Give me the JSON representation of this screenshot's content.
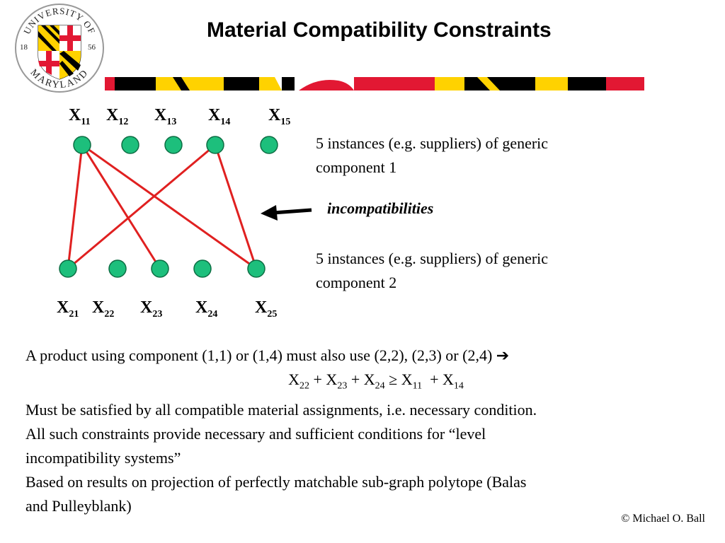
{
  "logo": {
    "arc_top": "UNIVERSITY OF",
    "arc_bottom": "MARYLAND",
    "year_left": "18",
    "year_right": "56"
  },
  "title": "Material Compatibility Constraints",
  "colors": {
    "node_fill": "#1dbf7c",
    "edge": "#e02020",
    "arrow": "#000000",
    "maryland_red": "#e21833",
    "maryland_gold": "#ffd200",
    "maryland_black": "#000000"
  },
  "graph": {
    "top_nodes": [
      {
        "id": "X",
        "sub": "11"
      },
      {
        "id": "X",
        "sub": "12"
      },
      {
        "id": "X",
        "sub": "13"
      },
      {
        "id": "X",
        "sub": "14"
      },
      {
        "id": "X",
        "sub": "15"
      }
    ],
    "bottom_nodes": [
      {
        "id": "X",
        "sub": "21"
      },
      {
        "id": "X",
        "sub": "22"
      },
      {
        "id": "X",
        "sub": "23"
      },
      {
        "id": "X",
        "sub": "24"
      },
      {
        "id": "X",
        "sub": "25"
      }
    ]
  },
  "descriptions": {
    "component1_line1": "5 instances (e.g. suppliers) of generic",
    "component1_line2": "component 1",
    "incompat": "incompatibilities",
    "component2_line1": "5 instances (e.g. suppliers) of generic",
    "component2_line2": "component 2"
  },
  "body": {
    "line1": "A product using component (1,1) or (1,4) must also use (2,2), (2,3) or (2,4)",
    "line1_arrow": "➔",
    "eq": {
      "t1": "X",
      "t1s": "22",
      "op1": " + ",
      "t2": "X",
      "t2s": "23",
      "op2": " + ",
      "t3": "X",
      "t3s": "24",
      "op3": " ≥ ",
      "t4": "X",
      "t4s": "11",
      "op4": "  + ",
      "t5": "X",
      "t5s": "14"
    },
    "line3": "Must be satisfied by all compatible material assignments, i.e. necessary condition.",
    "line4": "All such constraints provide necessary and sufficient conditions for “level",
    "line5": "incompatibility systems”",
    "line6": "Based on results on projection of perfectly matchable sub-graph polytope (Balas",
    "line7": "and Pulleyblank)"
  },
  "copyright": "© Michael O. Ball"
}
